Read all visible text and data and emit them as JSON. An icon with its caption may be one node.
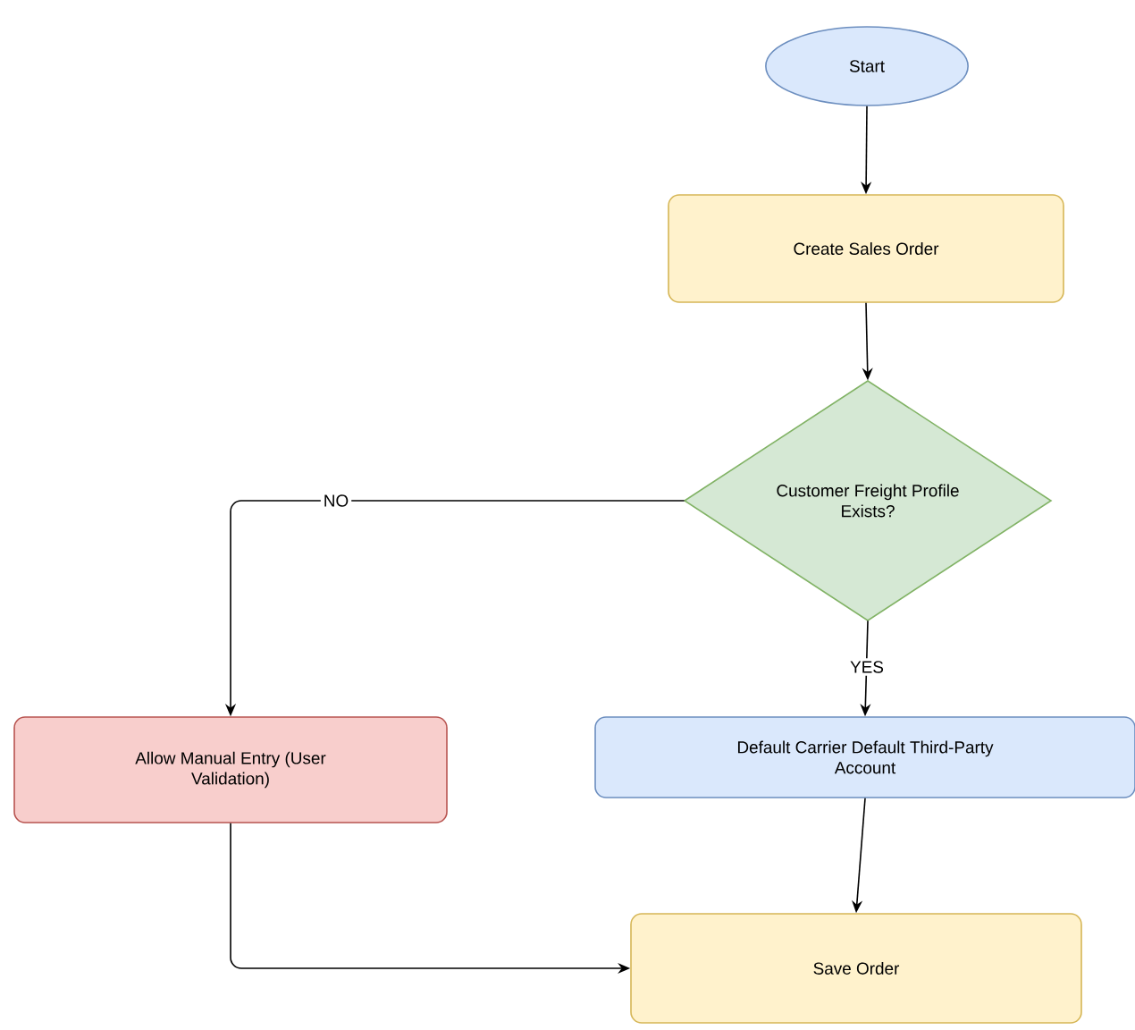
{
  "diagram": {
    "nodes": [
      {
        "text": [
          "Start"
        ]
      },
      {
        "text": [
          "Create Sales Order"
        ]
      },
      {
        "text": [
          "Customer Freight Profile Exists?"
        ]
      },
      {
        "text": [
          "Allow Manual Entry (User Validation)"
        ]
      },
      {
        "text": [
          "Default Carrier Default Third-Party Account"
        ]
      },
      {
        "text": [
          "Save Order"
        ]
      }
    ],
    "edges": [
      {
        "from": 0,
        "to": 1,
        "arrow": "to"
      },
      {
        "from": 1,
        "to": 2,
        "arrow": "to"
      },
      {
        "from": 2,
        "to": 3,
        "arrow": "to",
        "label": "NO"
      },
      {
        "from": 2,
        "to": 4,
        "arrow": "to",
        "label": "YES"
      },
      {
        "from": 4,
        "to": 5,
        "arrow": "to"
      },
      {
        "from": 3,
        "to": 5,
        "arrow": "to"
      }
    ]
  }
}
